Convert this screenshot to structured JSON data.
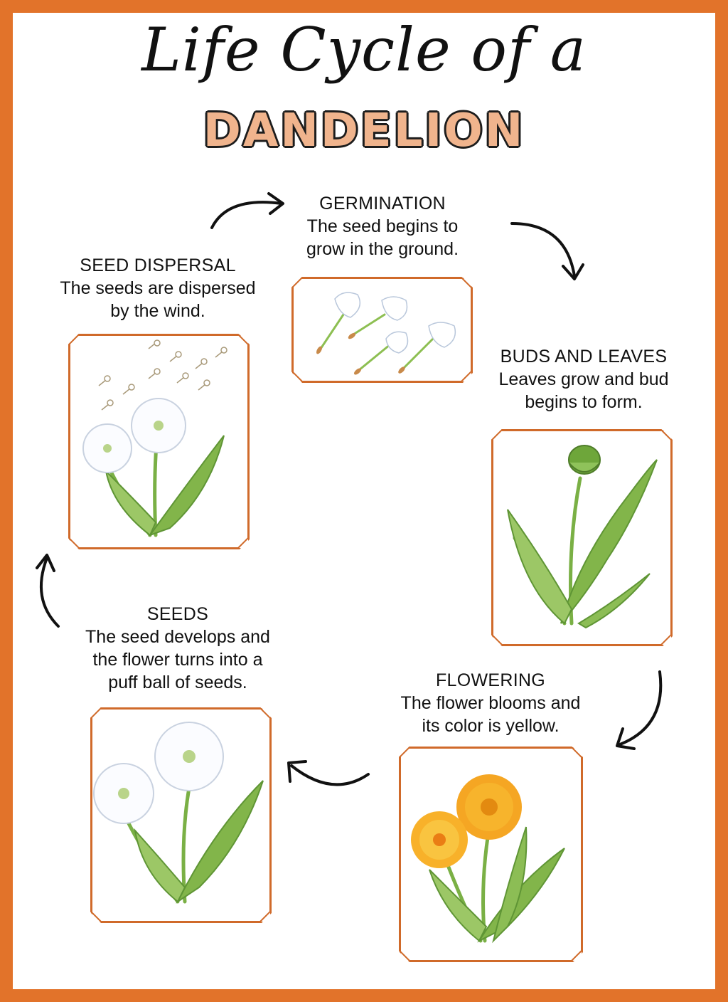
{
  "title": {
    "line1": "Life Cycle of a",
    "line2": "DANDELION"
  },
  "stages": [
    {
      "key": "germination",
      "title": "GERMINATION",
      "desc": "The seed begins to\ngrow in the ground."
    },
    {
      "key": "buds",
      "title": "BUDS AND LEAVES",
      "desc": "Leaves grow and bud\nbegins to form."
    },
    {
      "key": "flowering",
      "title": "FLOWERING",
      "desc": "The flower blooms and\nits color is yellow."
    },
    {
      "key": "seeds",
      "title": "SEEDS",
      "desc": "The seed develops and\nthe flower turns into a\npuff ball of seeds."
    },
    {
      "key": "dispersal",
      "title": "SEED DISPERSAL",
      "desc": "The seeds are dispersed\nby the wind."
    }
  ],
  "colors": {
    "border": "#e2732a",
    "card_border": "#d06a2a",
    "title_fill": "#f0b48d",
    "leaf": "#6fae3e",
    "petal": "#f5a623"
  }
}
